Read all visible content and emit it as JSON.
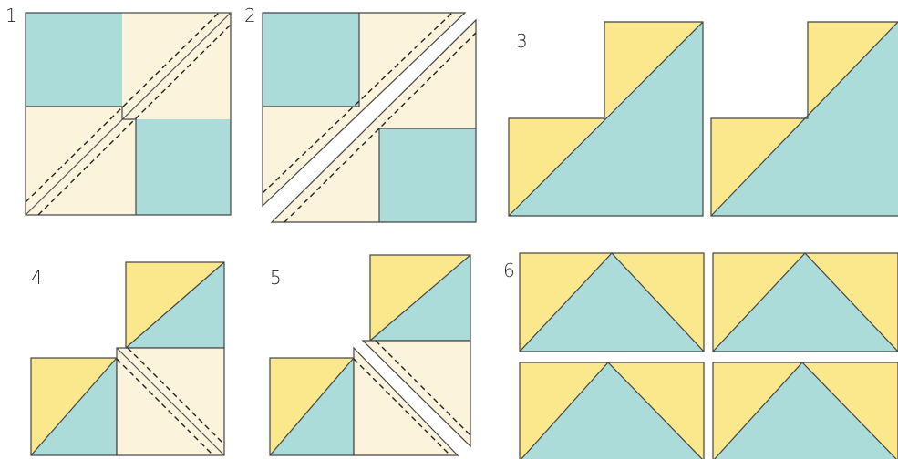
{
  "colors": {
    "teal": "#abdcd9",
    "cream": "#fbf3dc",
    "yellow": "#fbe78c",
    "outline": "#444444",
    "stitch": "#222222",
    "background": "#ffffff"
  },
  "steps": [
    {
      "number": "1"
    },
    {
      "number": "2"
    },
    {
      "number": "3"
    },
    {
      "number": "4"
    },
    {
      "number": "5"
    },
    {
      "number": "6"
    }
  ]
}
